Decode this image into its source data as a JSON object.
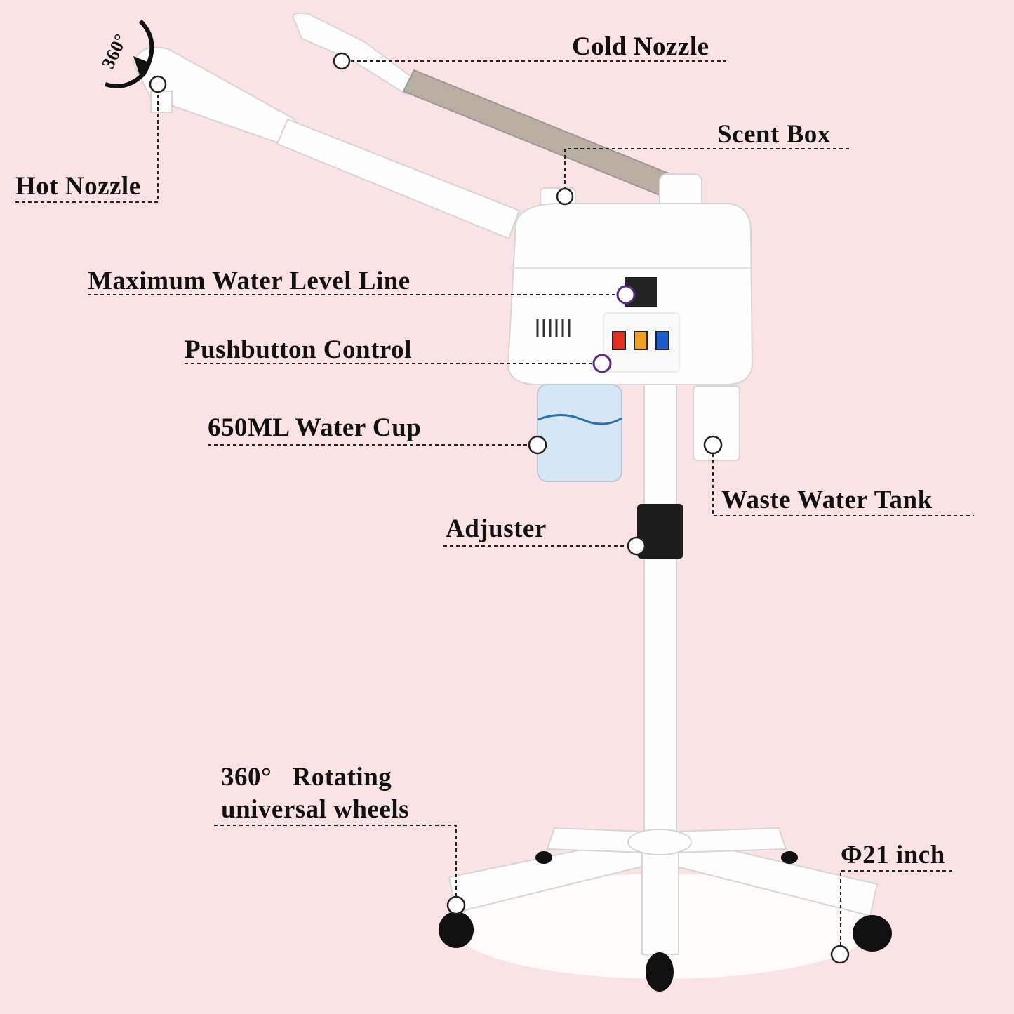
{
  "labels": {
    "cold_nozzle": "Cold Nozzle",
    "scent_box": "Scent Box",
    "hot_nozzle": "Hot Nozzle",
    "max_water_level": "Maximum Water Level Line",
    "pushbutton_control": "Pushbutton Control",
    "water_cup": "650ML Water Cup",
    "waste_water_tank": "Waste Water Tank",
    "adjuster": "Adjuster",
    "wheels_line1": "360°   Rotating",
    "wheels_line2": "universal wheels",
    "diameter": "Φ21 inch",
    "rotation_badge": "360°"
  },
  "colors": {
    "background": "#fbe3e3",
    "switch_hot": "#e0301e",
    "switch_mist": "#f0a020",
    "switch_cold": "#1e5ad0",
    "accent_dot": "#5b2a86"
  }
}
